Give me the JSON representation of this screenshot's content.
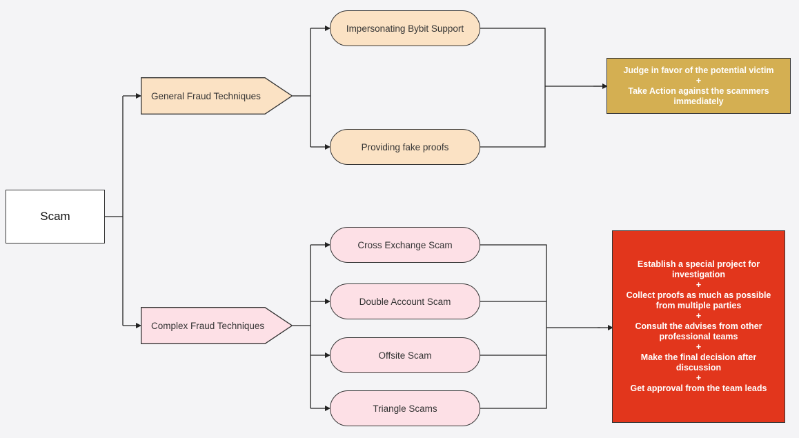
{
  "root": {
    "label": "Scam"
  },
  "categories": [
    {
      "label": "General Fraud Techniques",
      "fill": "#fbe2c4",
      "techniques": [
        "Impersonating Bybit Support",
        "Providing fake proofs"
      ],
      "outcome": {
        "fill": "#d4af52",
        "lines": [
          "Judge in favor of the potential victim",
          "+",
          "Take Action against the scammers",
          "immediately"
        ]
      }
    },
    {
      "label": "Complex Fraud Techniques",
      "fill": "#fde0e6",
      "techniques": [
        "Cross Exchange Scam",
        "Double Account Scam",
        "Offsite Scam",
        "Triangle Scams"
      ],
      "outcome": {
        "fill": "#e2361c",
        "lines": [
          "Establish a special project for",
          "investigation",
          "+",
          "Collect proofs as much as possible",
          "from multiple parties",
          "+",
          "Consult the advises from other",
          "professional teams",
          "+",
          "Make the final decision after",
          "discussion",
          "+",
          "Get approval from the team leads"
        ]
      }
    }
  ]
}
